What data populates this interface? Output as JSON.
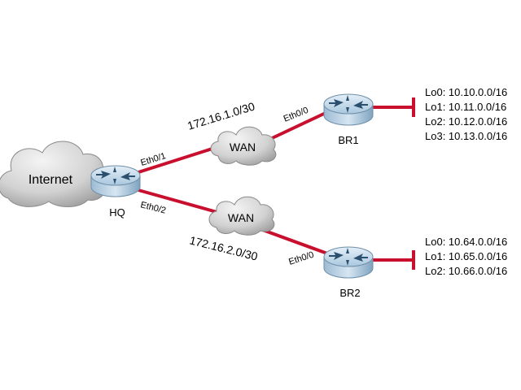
{
  "clouds": {
    "internet": "Internet",
    "wan_top": "WAN",
    "wan_bottom": "WAN"
  },
  "routers": {
    "hq": "HQ",
    "br1": "BR1",
    "br2": "BR2"
  },
  "interfaces": {
    "hq_eth0_1": "Eth0/1",
    "hq_eth0_2": "Eth0/2",
    "br1_eth0_0": "Eth0/0",
    "br2_eth0_0": "Eth0/0"
  },
  "subnets": {
    "top": "172.16.1.0/30",
    "bottom": "172.16.2.0/30"
  },
  "br1_loopbacks": [
    "Lo0: 10.10.0.0/16",
    "Lo1: 10.11.0.0/16",
    "Lo2: 10.12.0.0/16",
    "Lo3: 10.13.0.0/16"
  ],
  "br2_loopbacks": [
    "Lo0: 10.64.0.0/16",
    "Lo1: 10.65.0.0/16",
    "Lo2: 10.66.0.0/16"
  ],
  "colors": {
    "link": "#c8102e",
    "router_body": "#b9d3e6",
    "router_side": "#7fa6c3",
    "cloud_light": "#e9e9e9",
    "cloud_dark": "#9a9a9a"
  }
}
